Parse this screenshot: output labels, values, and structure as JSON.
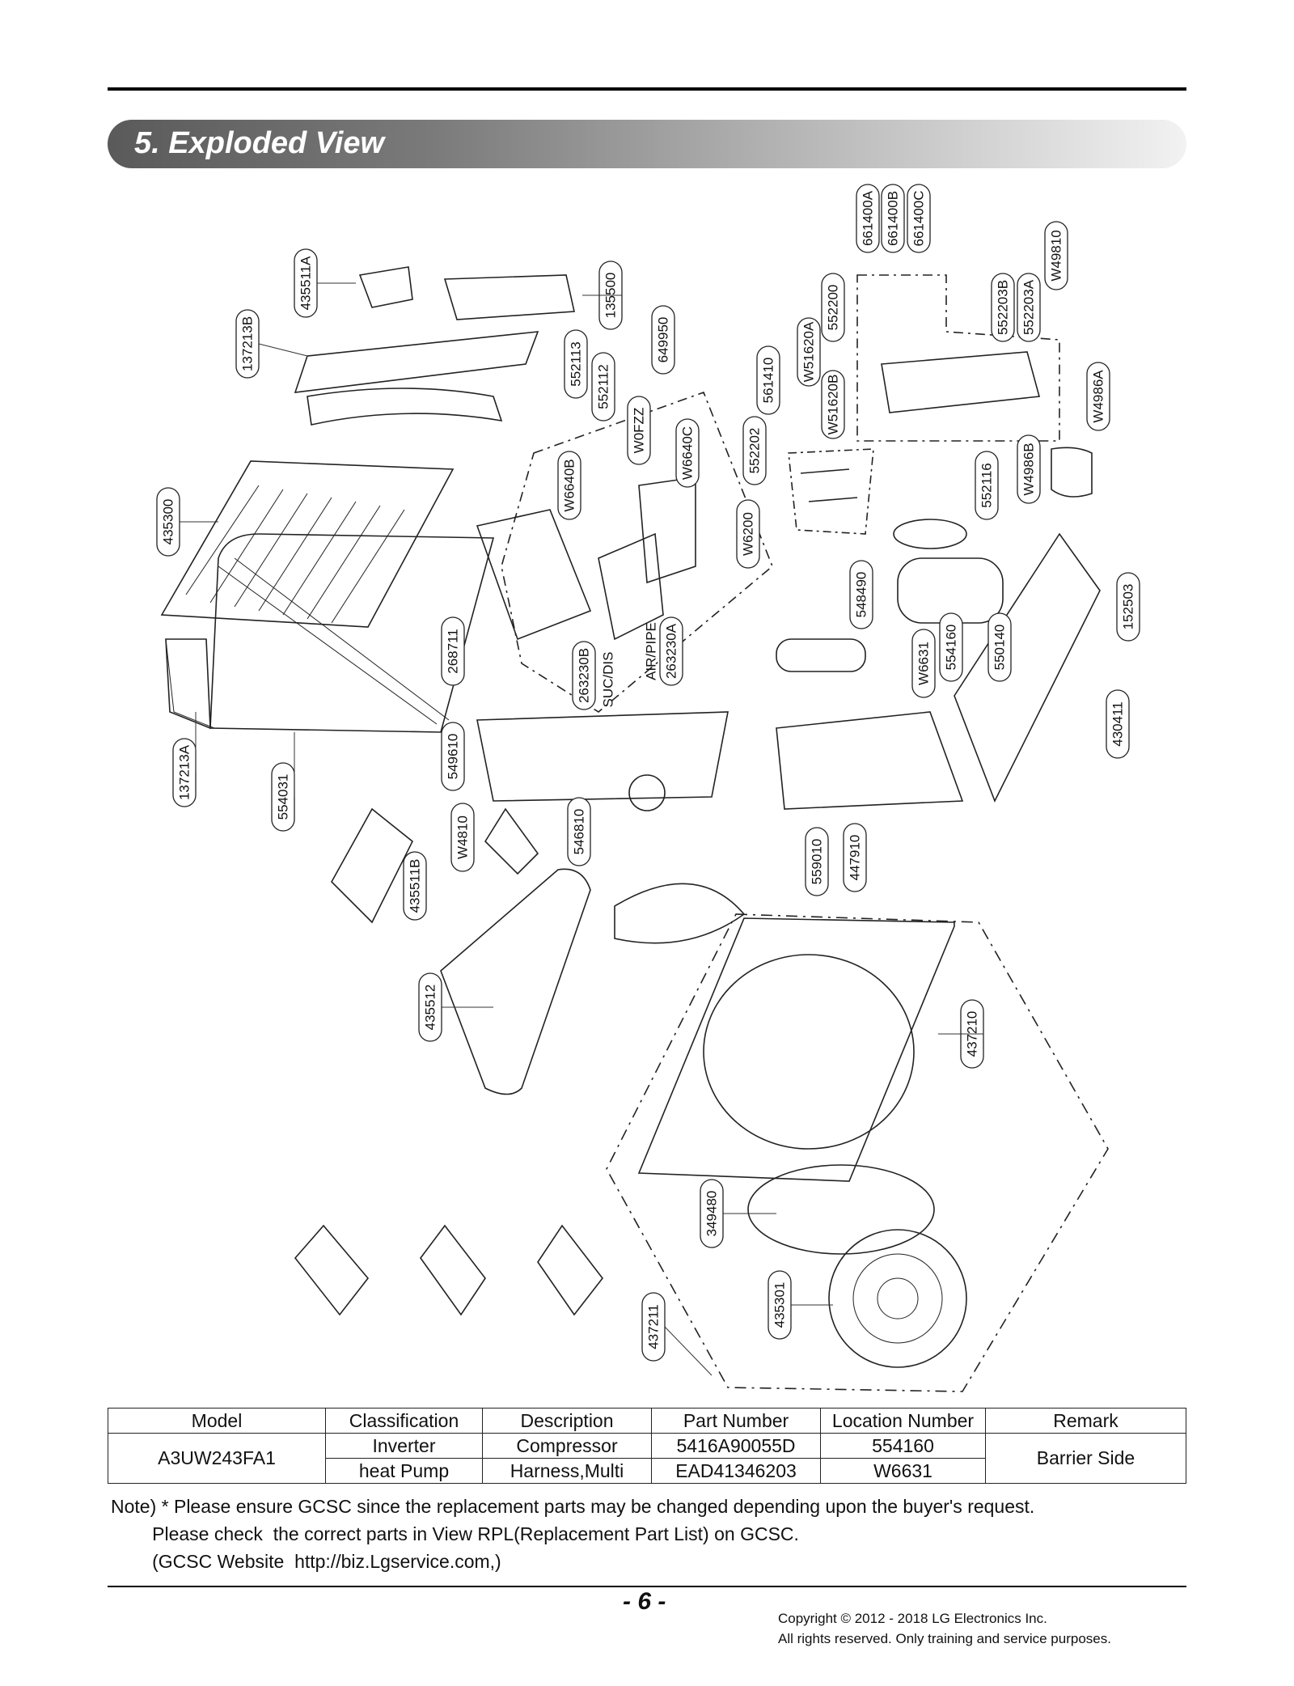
{
  "section": {
    "title": "5. Exploded View"
  },
  "callouts": [
    {
      "id": "c661400A",
      "label": "661400A"
    },
    {
      "id": "c661400B",
      "label": "661400B"
    },
    {
      "id": "c661400C",
      "label": "661400C"
    },
    {
      "id": "cW49810",
      "label": "W49810"
    },
    {
      "id": "c552203B",
      "label": "552203B"
    },
    {
      "id": "c552203A",
      "label": "552203A"
    },
    {
      "id": "c552200",
      "label": "552200"
    },
    {
      "id": "cW51620A",
      "label": "W51620A"
    },
    {
      "id": "cW51620B",
      "label": "W51620B"
    },
    {
      "id": "c561410",
      "label": "561410"
    },
    {
      "id": "cW4986A",
      "label": "W4986A"
    },
    {
      "id": "cW4986B",
      "label": "W4986B"
    },
    {
      "id": "c552116",
      "label": "552116"
    },
    {
      "id": "c552202",
      "label": "552202"
    },
    {
      "id": "c649950",
      "label": "649950"
    },
    {
      "id": "cW0FZZ",
      "label": "W0FZZ"
    },
    {
      "id": "cW6640C",
      "label": "W6640C"
    },
    {
      "id": "cW6640B",
      "label": "W6640B"
    },
    {
      "id": "c552112",
      "label": "552112"
    },
    {
      "id": "c552113",
      "label": "552113"
    },
    {
      "id": "c135500",
      "label": "135500"
    },
    {
      "id": "c435511A",
      "label": "435511A"
    },
    {
      "id": "c137213B",
      "label": "137213B"
    },
    {
      "id": "c435300",
      "label": "435300"
    },
    {
      "id": "cW6200",
      "label": "W6200"
    },
    {
      "id": "c548490",
      "label": "548490"
    },
    {
      "id": "c152503",
      "label": "152503"
    },
    {
      "id": "c550140",
      "label": "550140"
    },
    {
      "id": "c554160",
      "label": "554160"
    },
    {
      "id": "cW6631",
      "label": "W6631"
    },
    {
      "id": "c430411",
      "label": "430411"
    },
    {
      "id": "c268711",
      "label": "268711"
    },
    {
      "id": "c263230B",
      "label": "263230B"
    },
    {
      "id": "cSUCDIS",
      "label": "SUC/DIS"
    },
    {
      "id": "cAIRPIPE",
      "label": "AIR/PIPE"
    },
    {
      "id": "c263230A",
      "label": "263230A"
    },
    {
      "id": "c137213A",
      "label": "137213A"
    },
    {
      "id": "c554031",
      "label": "554031"
    },
    {
      "id": "c549610",
      "label": "549610"
    },
    {
      "id": "cW4810",
      "label": "W4810"
    },
    {
      "id": "c546810",
      "label": "546810"
    },
    {
      "id": "c559010",
      "label": "559010"
    },
    {
      "id": "c447910",
      "label": "447910"
    },
    {
      "id": "c435511B",
      "label": "435511B"
    },
    {
      "id": "c435512",
      "label": "435512"
    },
    {
      "id": "c437210",
      "label": "437210"
    },
    {
      "id": "c349480",
      "label": "349480"
    },
    {
      "id": "c435301",
      "label": "435301"
    },
    {
      "id": "c437211",
      "label": "437211"
    }
  ],
  "table": {
    "headers": [
      "Model",
      "Classification",
      "Description",
      "Part Number",
      "Location Number",
      "Remark"
    ],
    "model": "A3UW243FA1",
    "classification_1": "Inverter",
    "classification_2": "heat Pump",
    "rows": [
      {
        "description": "Compressor",
        "part_number": "5416A90055D",
        "location": "554160"
      },
      {
        "description": "Harness,Multi",
        "part_number": "EAD41346203",
        "location": "W6631"
      }
    ],
    "remark": "Barrier Side"
  },
  "note": {
    "line1": "Note) * Please ensure GCSC since the replacement parts may be changed depending upon the buyer's request.",
    "line2": "        Please check  the correct parts in View RPL(Replacement Part List) on GCSC.",
    "line3": "        (GCSC Website  http://biz.Lgservice.com,)"
  },
  "footer": {
    "page": "- 6 -",
    "copyright_1": "Copyright © 2012 - 2018 LG Electronics Inc.",
    "copyright_2": "All rights reserved. Only training and service purposes."
  }
}
